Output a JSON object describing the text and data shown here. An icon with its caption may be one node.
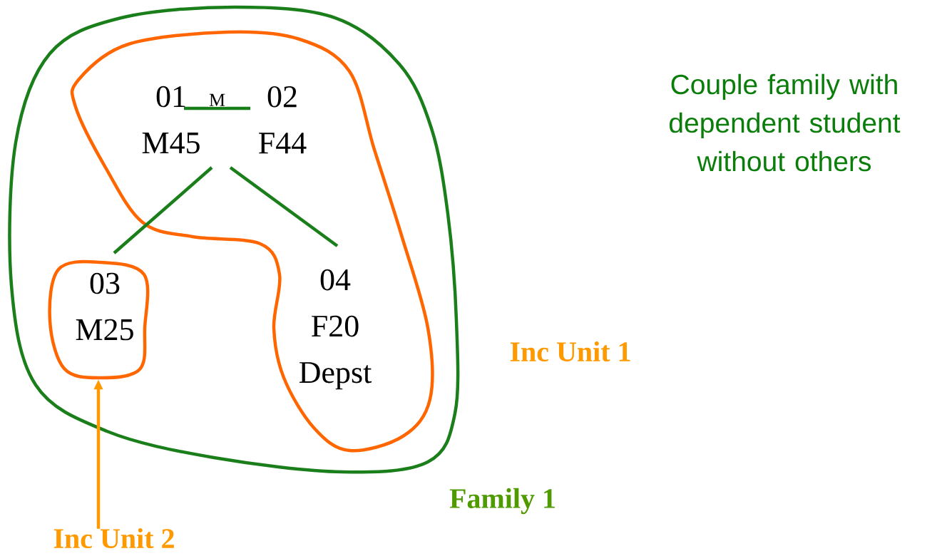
{
  "diagram": {
    "nodes": [
      {
        "text": [
          "Family 1"
        ]
      },
      {
        "text": [],
        "shape": "box",
        "in": 0
      },
      {
        "text": [
          "01",
          "M45"
        ],
        "in": 1
      },
      {
        "text": [
          "02",
          "F44"
        ],
        "in": 1
      },
      {
        "text": [],
        "shape": "box",
        "in": 0
      },
      {
        "text": [
          "03",
          "M25"
        ],
        "in": 4
      },
      {
        "text": [
          "04",
          "F20",
          "Depst"
        ],
        "in": 1
      },
      {
        "text": [
          "Inc Unit 2"
        ]
      }
    ],
    "edges": [
      {
        "from": 2,
        "to": 3,
        "arrow": "none",
        "label": "M"
      },
      {
        "from": 2,
        "to": 5,
        "arrow": "none"
      },
      {
        "from": 3,
        "to": 6,
        "arrow": "none"
      },
      {
        "from": 7,
        "to": 4,
        "arrow": "to",
        "color": "#ff9900"
      }
    ],
    "labels": [
      "Couple family with dependent student without others",
      "Inc Unit 1"
    ]
  }
}
